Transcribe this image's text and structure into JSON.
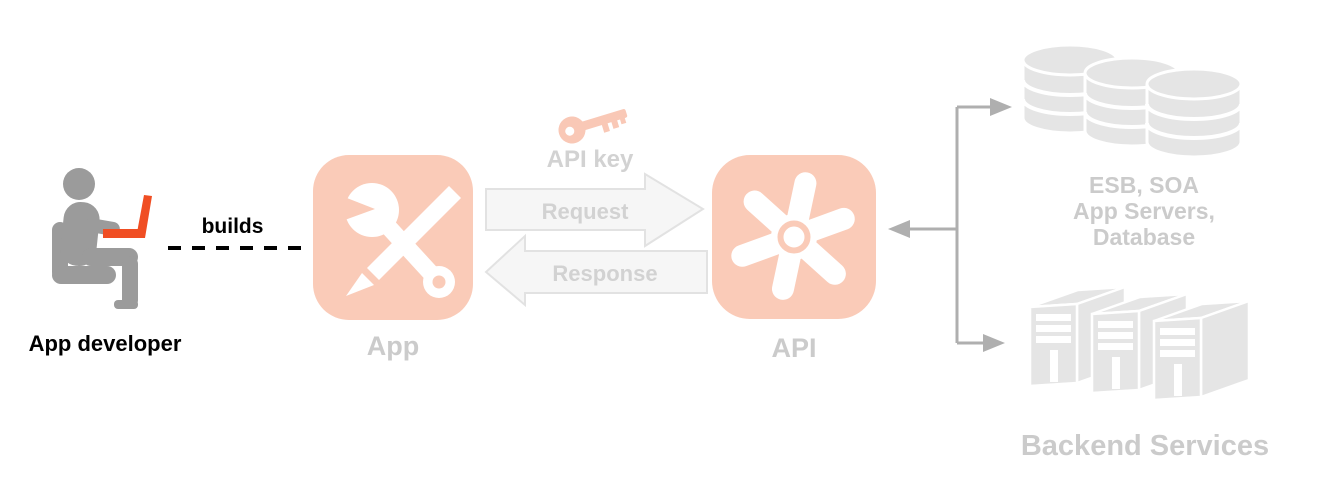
{
  "diagram": {
    "developer": {
      "label": "App developer",
      "builds_label": "builds"
    },
    "app": {
      "label": "App"
    },
    "exchange": {
      "api_key_label": "API key",
      "request_label": "Request",
      "response_label": "Response"
    },
    "api": {
      "label": "API"
    },
    "backend": {
      "systems_lines": [
        "ESB, SOA",
        "App Servers,",
        "Database"
      ],
      "services_label": "Backend Services"
    },
    "colors": {
      "accent_salmon": "#FACBB8",
      "laptop_orange": "#F04E23",
      "person_gray": "#9B9B9B",
      "muted_label_gray": "#CBCBCB",
      "icon_gray": "#E5E5E5",
      "connector_gray": "#AFAFAF",
      "arrow_fill": "#F6F6F6",
      "arrow_border": "#E2E2E2",
      "text_black": "#000000"
    }
  }
}
